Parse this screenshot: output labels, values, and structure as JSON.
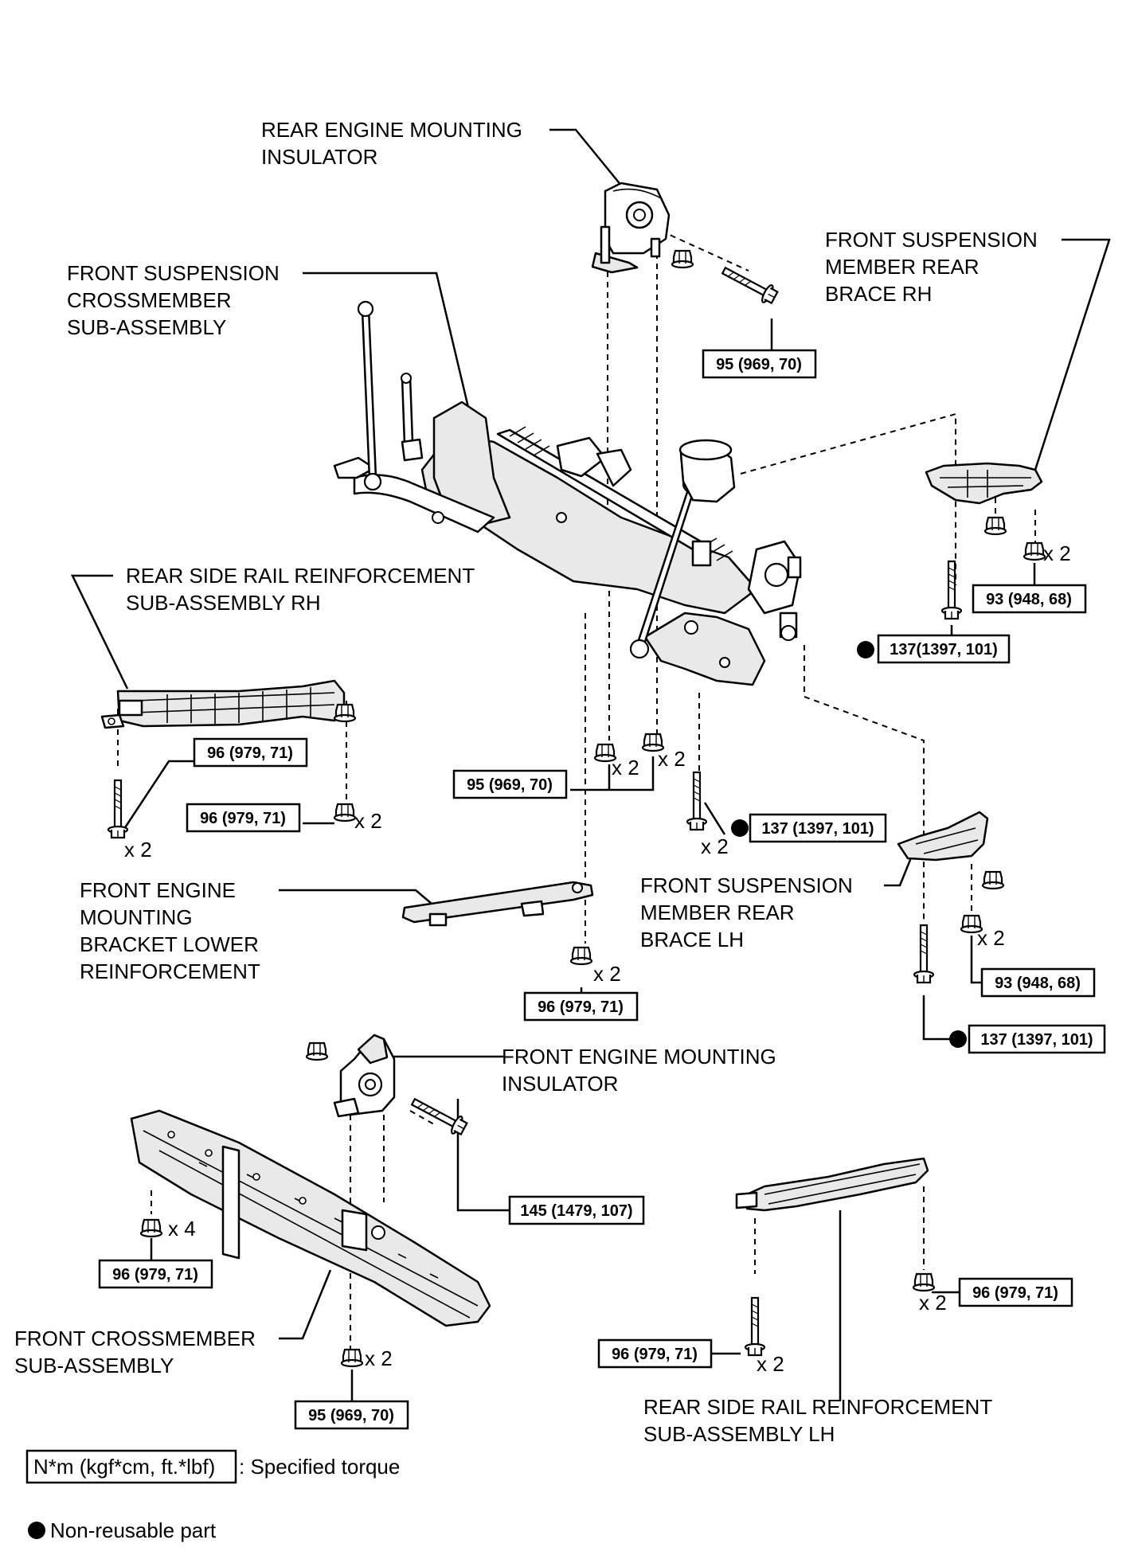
{
  "labels": {
    "rear_engine_mount_insulator": [
      "REAR ENGINE MOUNTING",
      "INSULATOR"
    ],
    "front_susp_crossmember": [
      "FRONT SUSPENSION",
      "CROSSMEMBER",
      "SUB-ASSEMBLY"
    ],
    "front_susp_member_rear_brace_rh": [
      "FRONT SUSPENSION",
      "MEMBER REAR",
      "BRACE RH"
    ],
    "rear_side_rail_reinf_rh": [
      "REAR SIDE RAIL REINFORCEMENT",
      "SUB-ASSEMBLY RH"
    ],
    "front_engine_mount_bracket_lower_reinf": [
      "FRONT ENGINE",
      "MOUNTING",
      "BRACKET LOWER",
      "REINFORCEMENT"
    ],
    "front_susp_member_rear_brace_lh": [
      "FRONT SUSPENSION",
      "MEMBER REAR",
      "BRACE LH"
    ],
    "front_engine_mount_insulator": [
      "FRONT ENGINE MOUNTING",
      "INSULATOR"
    ],
    "front_crossmember": [
      "FRONT CROSSMEMBER",
      "SUB-ASSEMBLY"
    ],
    "rear_side_rail_reinf_lh": [
      "REAR SIDE RAIL REINFORCEMENT",
      "SUB-ASSEMBLY LH"
    ]
  },
  "torques": {
    "t95_top": "95 (969, 70)",
    "t93_rh": "93 (948, 68)",
    "t137_rh": "137(1397, 101)",
    "t96_rh_a": "96 (979, 71)",
    "t96_rh_b": "96 (979, 71)",
    "t95_mid": "95 (969, 70)",
    "t137_mid": "137 (1397, 101)",
    "t96_bracket": "96 (979, 71)",
    "t93_lh": "93 (948, 68)",
    "t137_lh": "137 (1397, 101)",
    "t145": "145 (1479, 107)",
    "t96_fcm": "96 (979, 71)",
    "t95_fcm": "95 (969, 70)",
    "t96_lh_a": "96 (979, 71)",
    "t96_lh_b": "96 (979, 71)"
  },
  "quantities": {
    "q_rh_brace": "x 2",
    "q_rh_rail_bolt": "x 2",
    "q_rh_rail_nut": "x 2",
    "q_mid_a": "x 2",
    "q_mid_b": "x 2",
    "q_mid_bolt": "x 2",
    "q_bracket": "x 2",
    "q_lh_brace": "x 2",
    "q_fcm_top": "x 4",
    "q_fcm_bottom": "x 2",
    "q_lh_rail_nut": "x 2",
    "q_lh_rail_bolt": "x 2"
  },
  "legend": {
    "torque_box": "N*m (kgf*cm, ft.*lbf)",
    "torque_text": ": Specified torque",
    "nonreusable_text": "Non-reusable part"
  }
}
